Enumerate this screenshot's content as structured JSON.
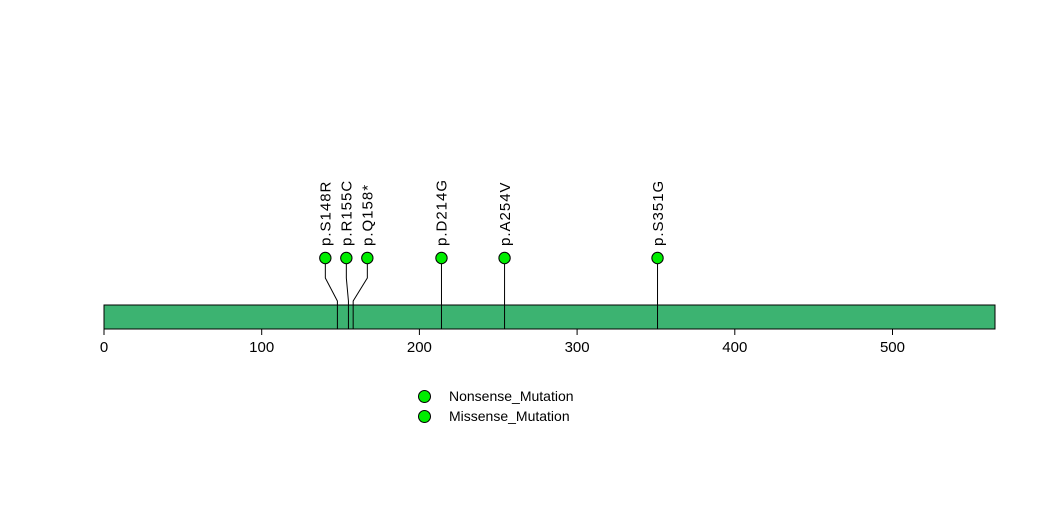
{
  "chart_data": {
    "type": "lollipop",
    "xlabel": "",
    "ylabel": "",
    "xlim": [
      0,
      565
    ],
    "xticks": [
      0,
      100,
      200,
      300,
      400,
      500
    ],
    "grid": false,
    "legend_position": "bottom-center",
    "mutations": [
      {
        "label": "p.S148R",
        "position": 148,
        "type": "Missense_Mutation"
      },
      {
        "label": "p.R155C",
        "position": 155,
        "type": "Missense_Mutation"
      },
      {
        "label": "p.Q158*",
        "position": 158,
        "type": "Nonsense_Mutation"
      },
      {
        "label": "p.D214G",
        "position": 214,
        "type": "Missense_Mutation"
      },
      {
        "label": "p.A254V",
        "position": 254,
        "type": "Missense_Mutation"
      },
      {
        "label": "p.S351G",
        "position": 351,
        "type": "Missense_Mutation"
      }
    ],
    "legend": [
      {
        "label": "Nonsense_Mutation",
        "color": "#00EE00"
      },
      {
        "label": "Missense_Mutation",
        "color": "#00EE00"
      }
    ],
    "colors": {
      "bar_fill": "#3CB371",
      "bar_stroke": "#000000",
      "point_stroke": "#000000",
      "stem": "#000000",
      "text": "#000000",
      "background": "#FFFFFF"
    }
  }
}
